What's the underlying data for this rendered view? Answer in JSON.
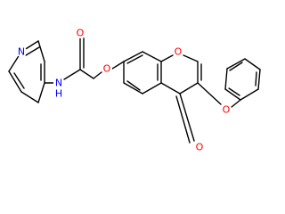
{
  "molecule": {
    "colors": {
      "bond": "#000000",
      "N": "#0000ff",
      "O": "#ff0000",
      "background": "#ffffff"
    },
    "labels": {
      "pyridine_n": "N",
      "amide_nh": "N",
      "amide_h": "H",
      "carbonyl_o_amide": "O",
      "ether_o_linker": "O",
      "chromone_ring_o": "O",
      "chromone_keto_o": "O",
      "phenoxy_o": "O"
    }
  }
}
